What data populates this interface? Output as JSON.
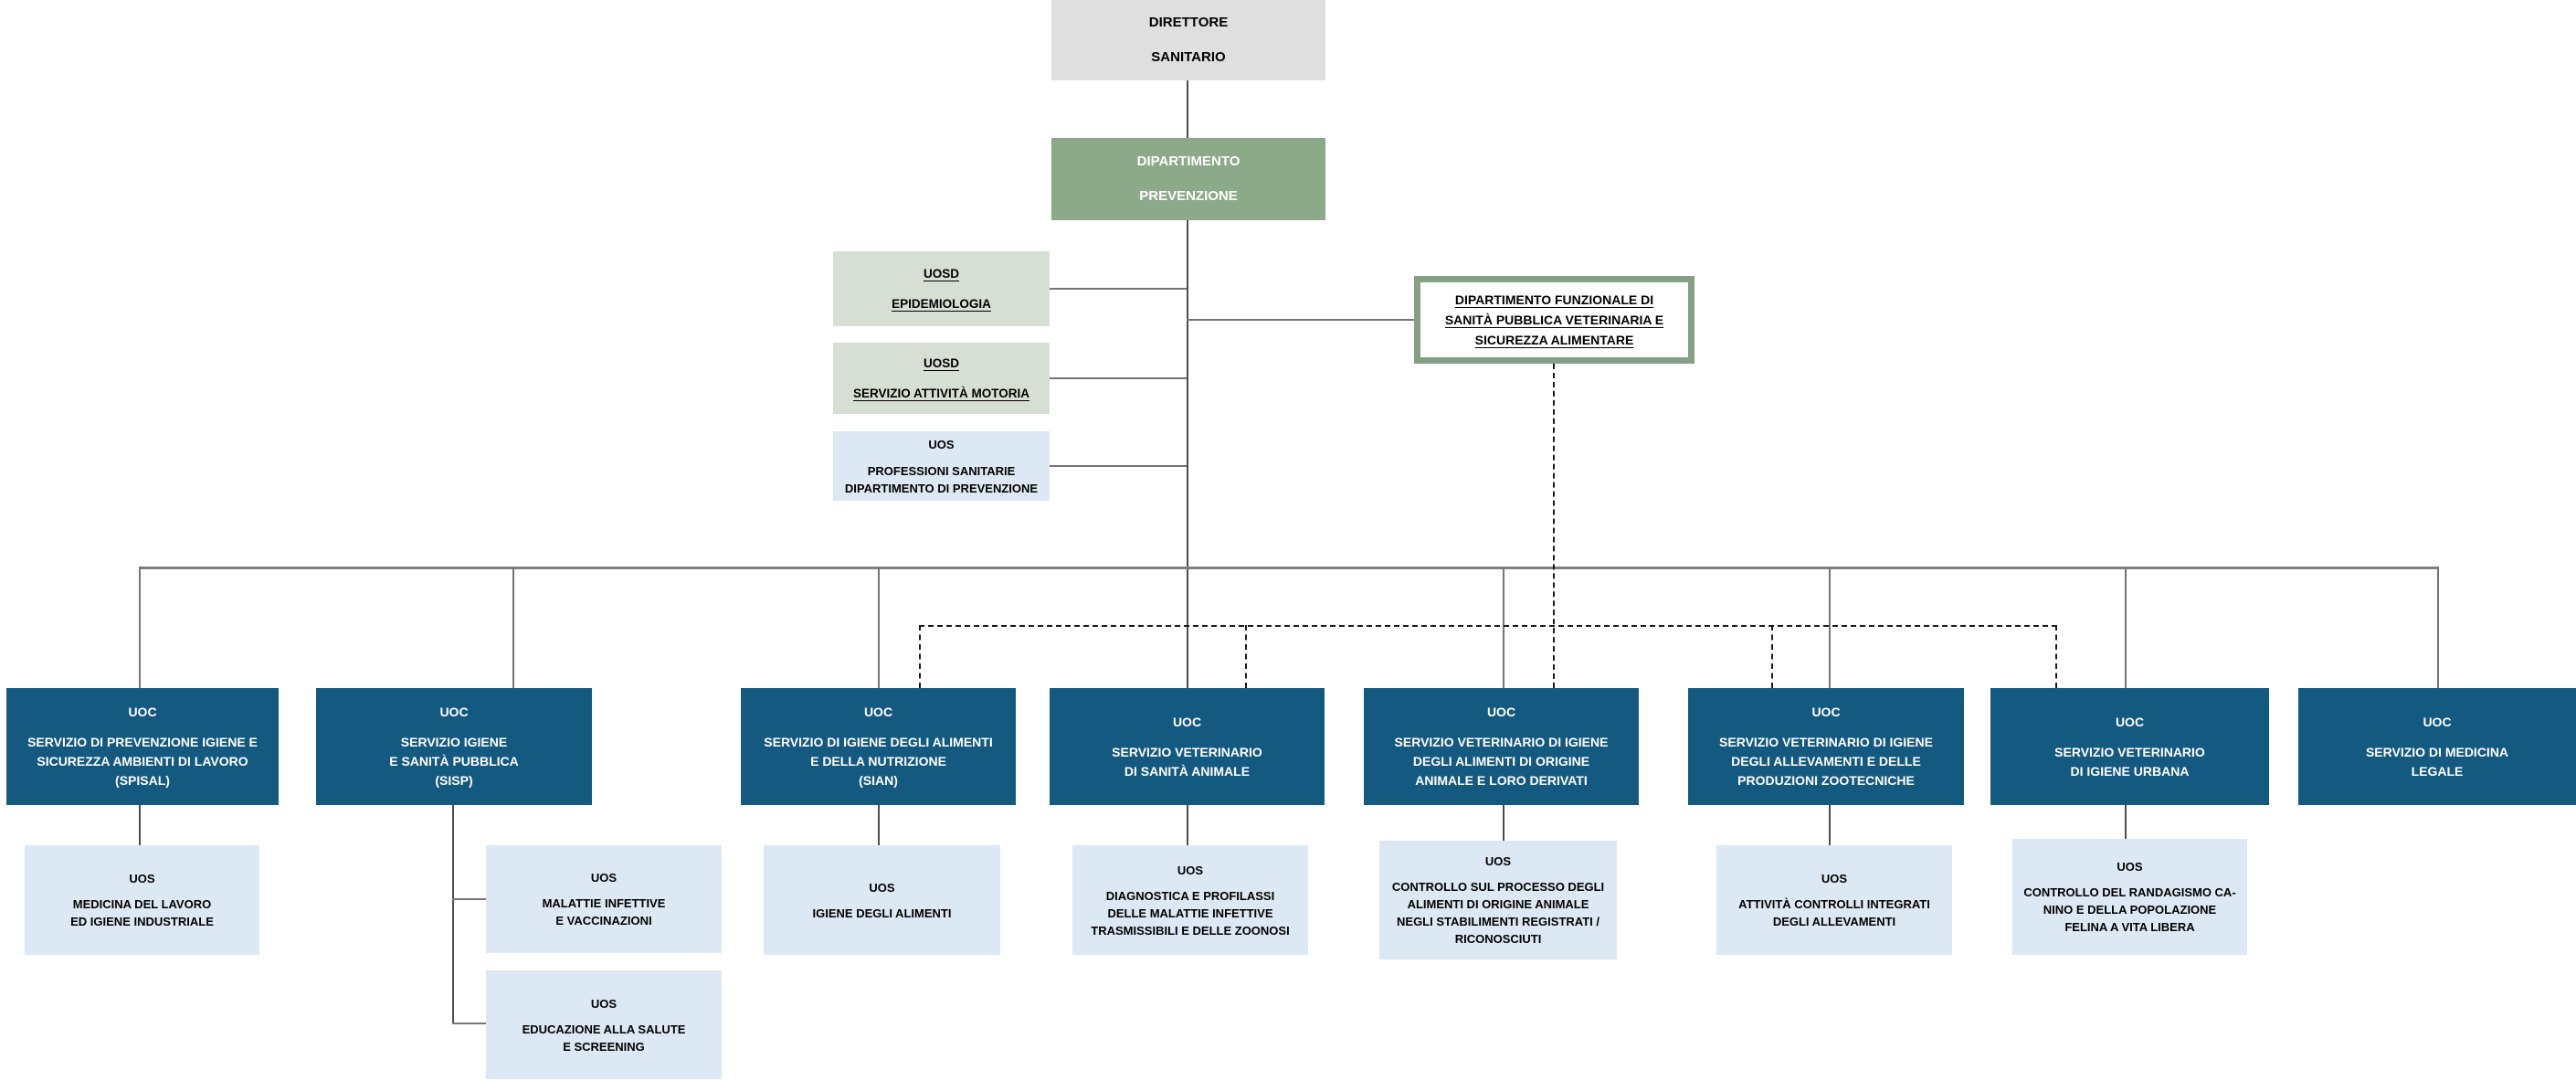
{
  "document": {
    "kind": "organigramma",
    "language": "it"
  },
  "palette": {
    "background": "#ffffff",
    "gray_box": "#dfdfdf",
    "green_box": "#8ca989",
    "sage_box": "#d7ded3",
    "lightblue_box": "#dce8f4",
    "uoc_blue": "#14597f",
    "funz_border": "#85a084",
    "line_gray": "#7f7f7f",
    "line_dark": "#4d4d4d",
    "line_dashed": "#1a1a1a"
  },
  "nodes": {
    "direttore": {
      "name": "DIRETTORE\nSANITARIO"
    },
    "prevenzione": {
      "name": "DIPARTIMENTO\nPREVENZIONE"
    },
    "uosd_epidemiologia": {
      "type": "UOSD",
      "name": "EPIDEMIOLOGIA"
    },
    "uosd_motoria": {
      "type": "UOSD",
      "name": "SERVIZIO ATTIVITÀ MOTORIA"
    },
    "uos_professioni": {
      "type": "UOS",
      "name": "PROFESSIONI SANITARIE\nDIPARTIMENTO DI PREVENZIONE"
    },
    "funzionale": {
      "name": "DIPARTIMENTO FUNZIONALE DI\nSANITÀ PUBBLICA VETERINARIA E\nSICUREZZA ALIMENTARE"
    },
    "uoc_spisal": {
      "type": "UOC",
      "name": "SERVIZIO DI PREVENZIONE IGIENE E\nSICUREZZA AMBIENTI DI LAVORO\n(SPISAL)"
    },
    "uoc_sisp": {
      "type": "UOC",
      "name": "SERVIZIO IGIENE\nE SANITÀ PUBBLICA\n(SISP)"
    },
    "uoc_sian": {
      "type": "UOC",
      "name": "SERVIZIO DI IGIENE DEGLI ALIMENTI\nE DELLA NUTRIZIONE\n(SIAN)"
    },
    "uoc_sanita_animale": {
      "type": "UOC",
      "name": "SERVIZIO VETERINARIO\nDI SANITÀ ANIMALE"
    },
    "uoc_alimenti_oa": {
      "type": "UOC",
      "name": "SERVIZIO VETERINARIO DI IGIENE\nDEGLI ALIMENTI DI ORIGINE\nANIMALE E LORO DERIVATI"
    },
    "uoc_allevamenti": {
      "type": "UOC",
      "name": "SERVIZIO VETERINARIO DI IGIENE\nDEGLI ALLEVAMENTI E DELLE\nPRODUZIONI ZOOTECNICHE"
    },
    "uoc_igiene_urbana": {
      "type": "UOC",
      "name": "SERVIZIO VETERINARIO\nDI IGIENE URBANA"
    },
    "uoc_medicina_legale": {
      "type": "UOC",
      "name": "SERVIZIO DI MEDICINA\nLEGALE"
    },
    "uos_medicina_lavoro": {
      "type": "UOS",
      "name": "MEDICINA DEL LAVORO\nED IGIENE INDUSTRIALE"
    },
    "uos_malattie": {
      "type": "UOS",
      "name": "MALATTIE INFETTIVE\nE VACCINAZIONI"
    },
    "uos_educazione": {
      "type": "UOS",
      "name": "EDUCAZIONE ALLA SALUTE\nE SCREENING"
    },
    "uos_igiene_alimenti": {
      "type": "UOS",
      "name": "IGIENE DEGLI ALIMENTI"
    },
    "uos_diagnostica": {
      "type": "UOS",
      "name": "DIAGNOSTICA E PROFILASSI\nDELLE MALATTIE INFETTIVE\nTRASMISSIBILI E DELLE ZOONOSI"
    },
    "uos_controllo_processo": {
      "type": "UOS",
      "name": "CONTROLLO SUL PROCESSO DEGLI\nALIMENTI DI ORIGINE ANIMALE\nNEGLI STABILIMENTI REGISTRATI /\nRICONOSCIUTI"
    },
    "uos_attivita_controlli": {
      "type": "UOS",
      "name": "ATTIVITÀ CONTROLLI INTEGRATI\nDEGLI ALLEVAMENTI"
    },
    "uos_randagismo": {
      "type": "UOS",
      "name": "CONTROLLO DEL RANDAGISMO CA-\nNINO E DELLA POPOLAZIONE\nFELINA A VITA LIBERA"
    }
  }
}
